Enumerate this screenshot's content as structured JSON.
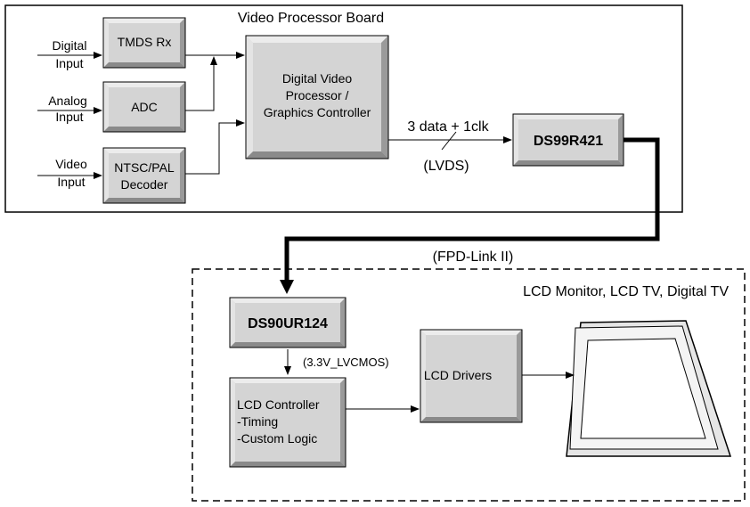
{
  "board": {
    "title": "Video Processor Board"
  },
  "monitor": {
    "title": "LCD Monitor, LCD TV, Digital TV"
  },
  "inputs": {
    "digital": [
      "Digital",
      "Input"
    ],
    "analog": [
      "Analog",
      "Input"
    ],
    "video": [
      "Video",
      "Input"
    ]
  },
  "blocks": {
    "tmds": "TMDS Rx",
    "adc": "ADC",
    "decoder": [
      "NTSC/PAL",
      "Decoder"
    ],
    "processor": [
      "Digital Video",
      "Processor /",
      "Graphics Controller"
    ],
    "serializer": "DS99R421",
    "deserializer": "DS90UR124",
    "lcd_controller": [
      "LCD Controller",
      "-Timing",
      "-Custom Logic"
    ],
    "lcd_drivers": "LCD Drivers"
  },
  "labels": {
    "data_bus": "3 data + 1clk",
    "lvds": "(LVDS)",
    "fpd_link": "(FPD-Link II)",
    "lvcmos": "(3.3V_LVCMOS)"
  }
}
